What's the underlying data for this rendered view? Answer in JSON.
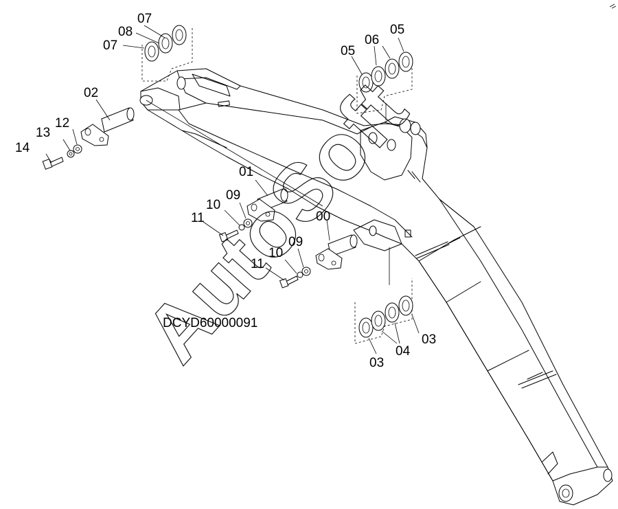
{
  "drawing_code": "DCYD60000091",
  "watermark": "AutoSoft",
  "part_labels": {
    "p00": "00",
    "p01": "01",
    "p02": "02",
    "p03a": "03",
    "p03b": "03",
    "p04": "04",
    "p05a": "05",
    "p05b": "05",
    "p06": "06",
    "p07a": "07",
    "p07b": "07",
    "p08": "08",
    "p09a": "09",
    "p09b": "09",
    "p10a": "10",
    "p10b": "10",
    "p11a": "11",
    "p11b": "11",
    "p12": "12",
    "p13": "13",
    "p14": "14"
  },
  "colors": {
    "line": "#000000",
    "background": "#ffffff"
  }
}
